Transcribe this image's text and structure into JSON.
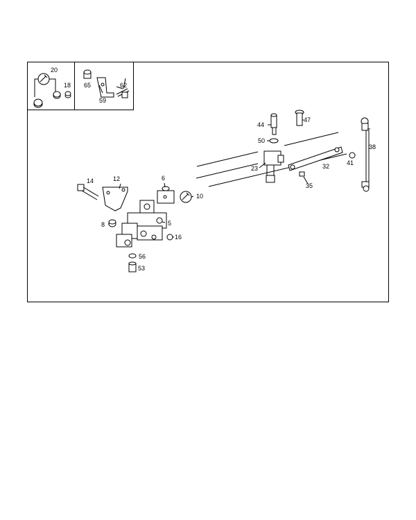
{
  "figure": {
    "callouts": {
      "c20": "20",
      "c18": "18",
      "c65": "65",
      "c62": "62",
      "c59": "59",
      "c44": "44",
      "c47": "47",
      "c50": "50",
      "c38": "38",
      "c23": "23",
      "c32": "32",
      "c41": "41",
      "c35": "35",
      "c14": "14",
      "c12": "12",
      "c6": "6",
      "c10": "10",
      "c8": "8",
      "c5": "5",
      "c16": "16",
      "c56": "56",
      "c53": "53"
    }
  }
}
